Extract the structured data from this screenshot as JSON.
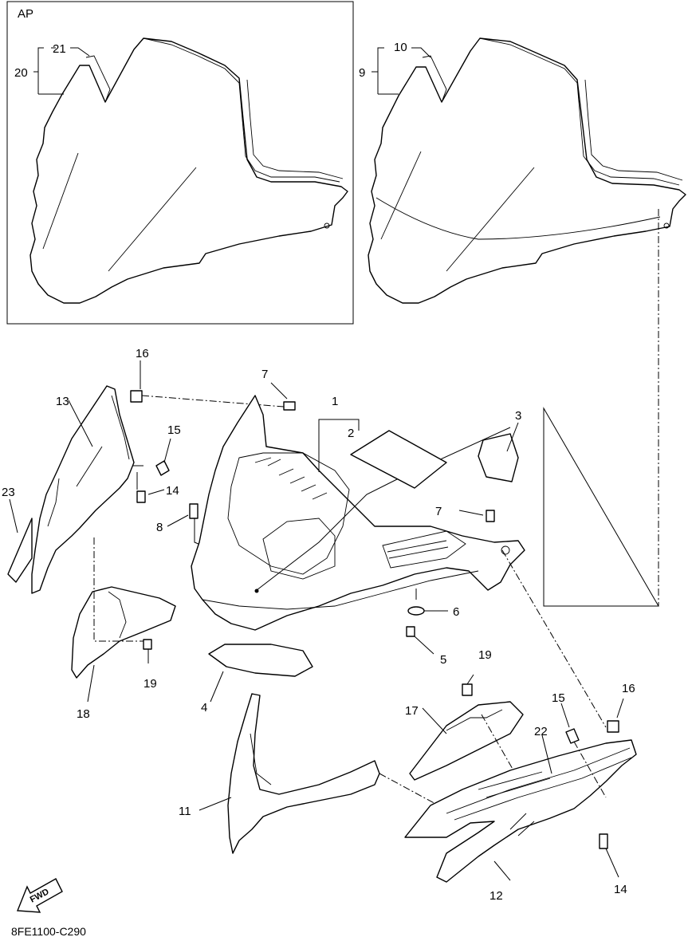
{
  "box_label": "AP",
  "drawing_code": "8FE1100-C290",
  "fwd_label": "FWD",
  "callouts": {
    "c1": "1",
    "c2": "2",
    "c3": "3",
    "c4": "4",
    "c5": "5",
    "c6": "6",
    "c7a": "7",
    "c7b": "7",
    "c8": "8",
    "c9": "9",
    "c10": "10",
    "c11": "11",
    "c12": "12",
    "c13": "13",
    "c14a": "14",
    "c14b": "14",
    "c15a": "15",
    "c15b": "15",
    "c16a": "16",
    "c16b": "16",
    "c17": "17",
    "c18": "18",
    "c19a": "19",
    "c19b": "19",
    "c20": "20",
    "c21": "21",
    "c22": "22",
    "c23": "23"
  }
}
